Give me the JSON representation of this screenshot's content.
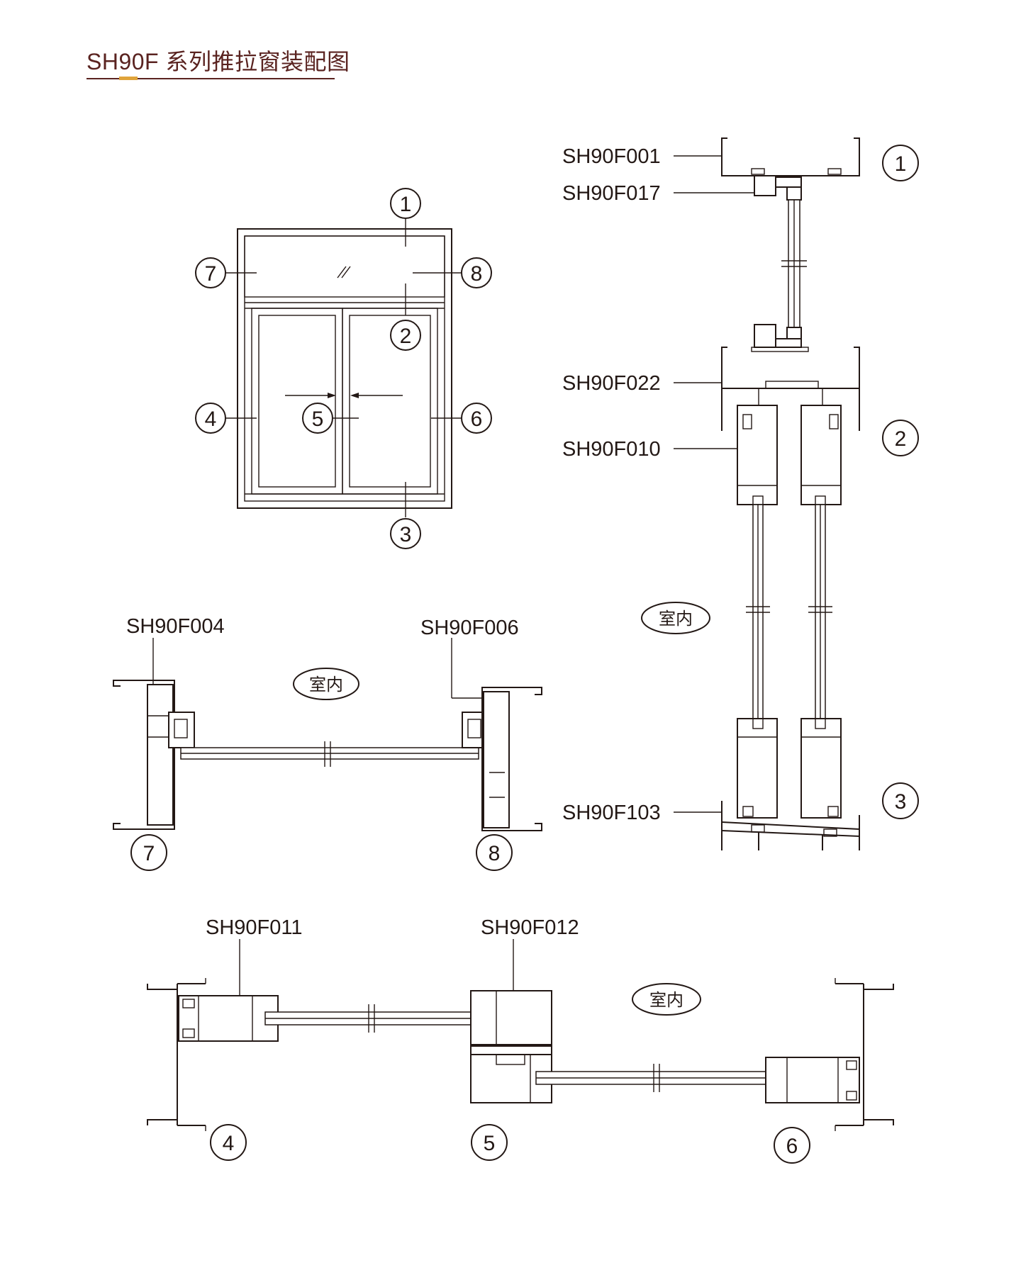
{
  "header": {
    "title": "SH90F 系列推拉窗装配图"
  },
  "diagram": {
    "indoor_label": "室内",
    "callouts": [
      "1",
      "2",
      "3",
      "4",
      "5",
      "6",
      "7",
      "8"
    ],
    "profile_codes": {
      "outer_frame_top": "SH90F001",
      "transom_sash": "SH90F017",
      "middle_transom": "SH90F022",
      "sash_top": "SH90F010",
      "bottom_frame": "SH90F103",
      "side_frame_left": "SH90F004",
      "side_frame_right": "SH90F006",
      "sash_stile_left": "SH90F011",
      "sash_interlock": "SH90F012"
    }
  }
}
